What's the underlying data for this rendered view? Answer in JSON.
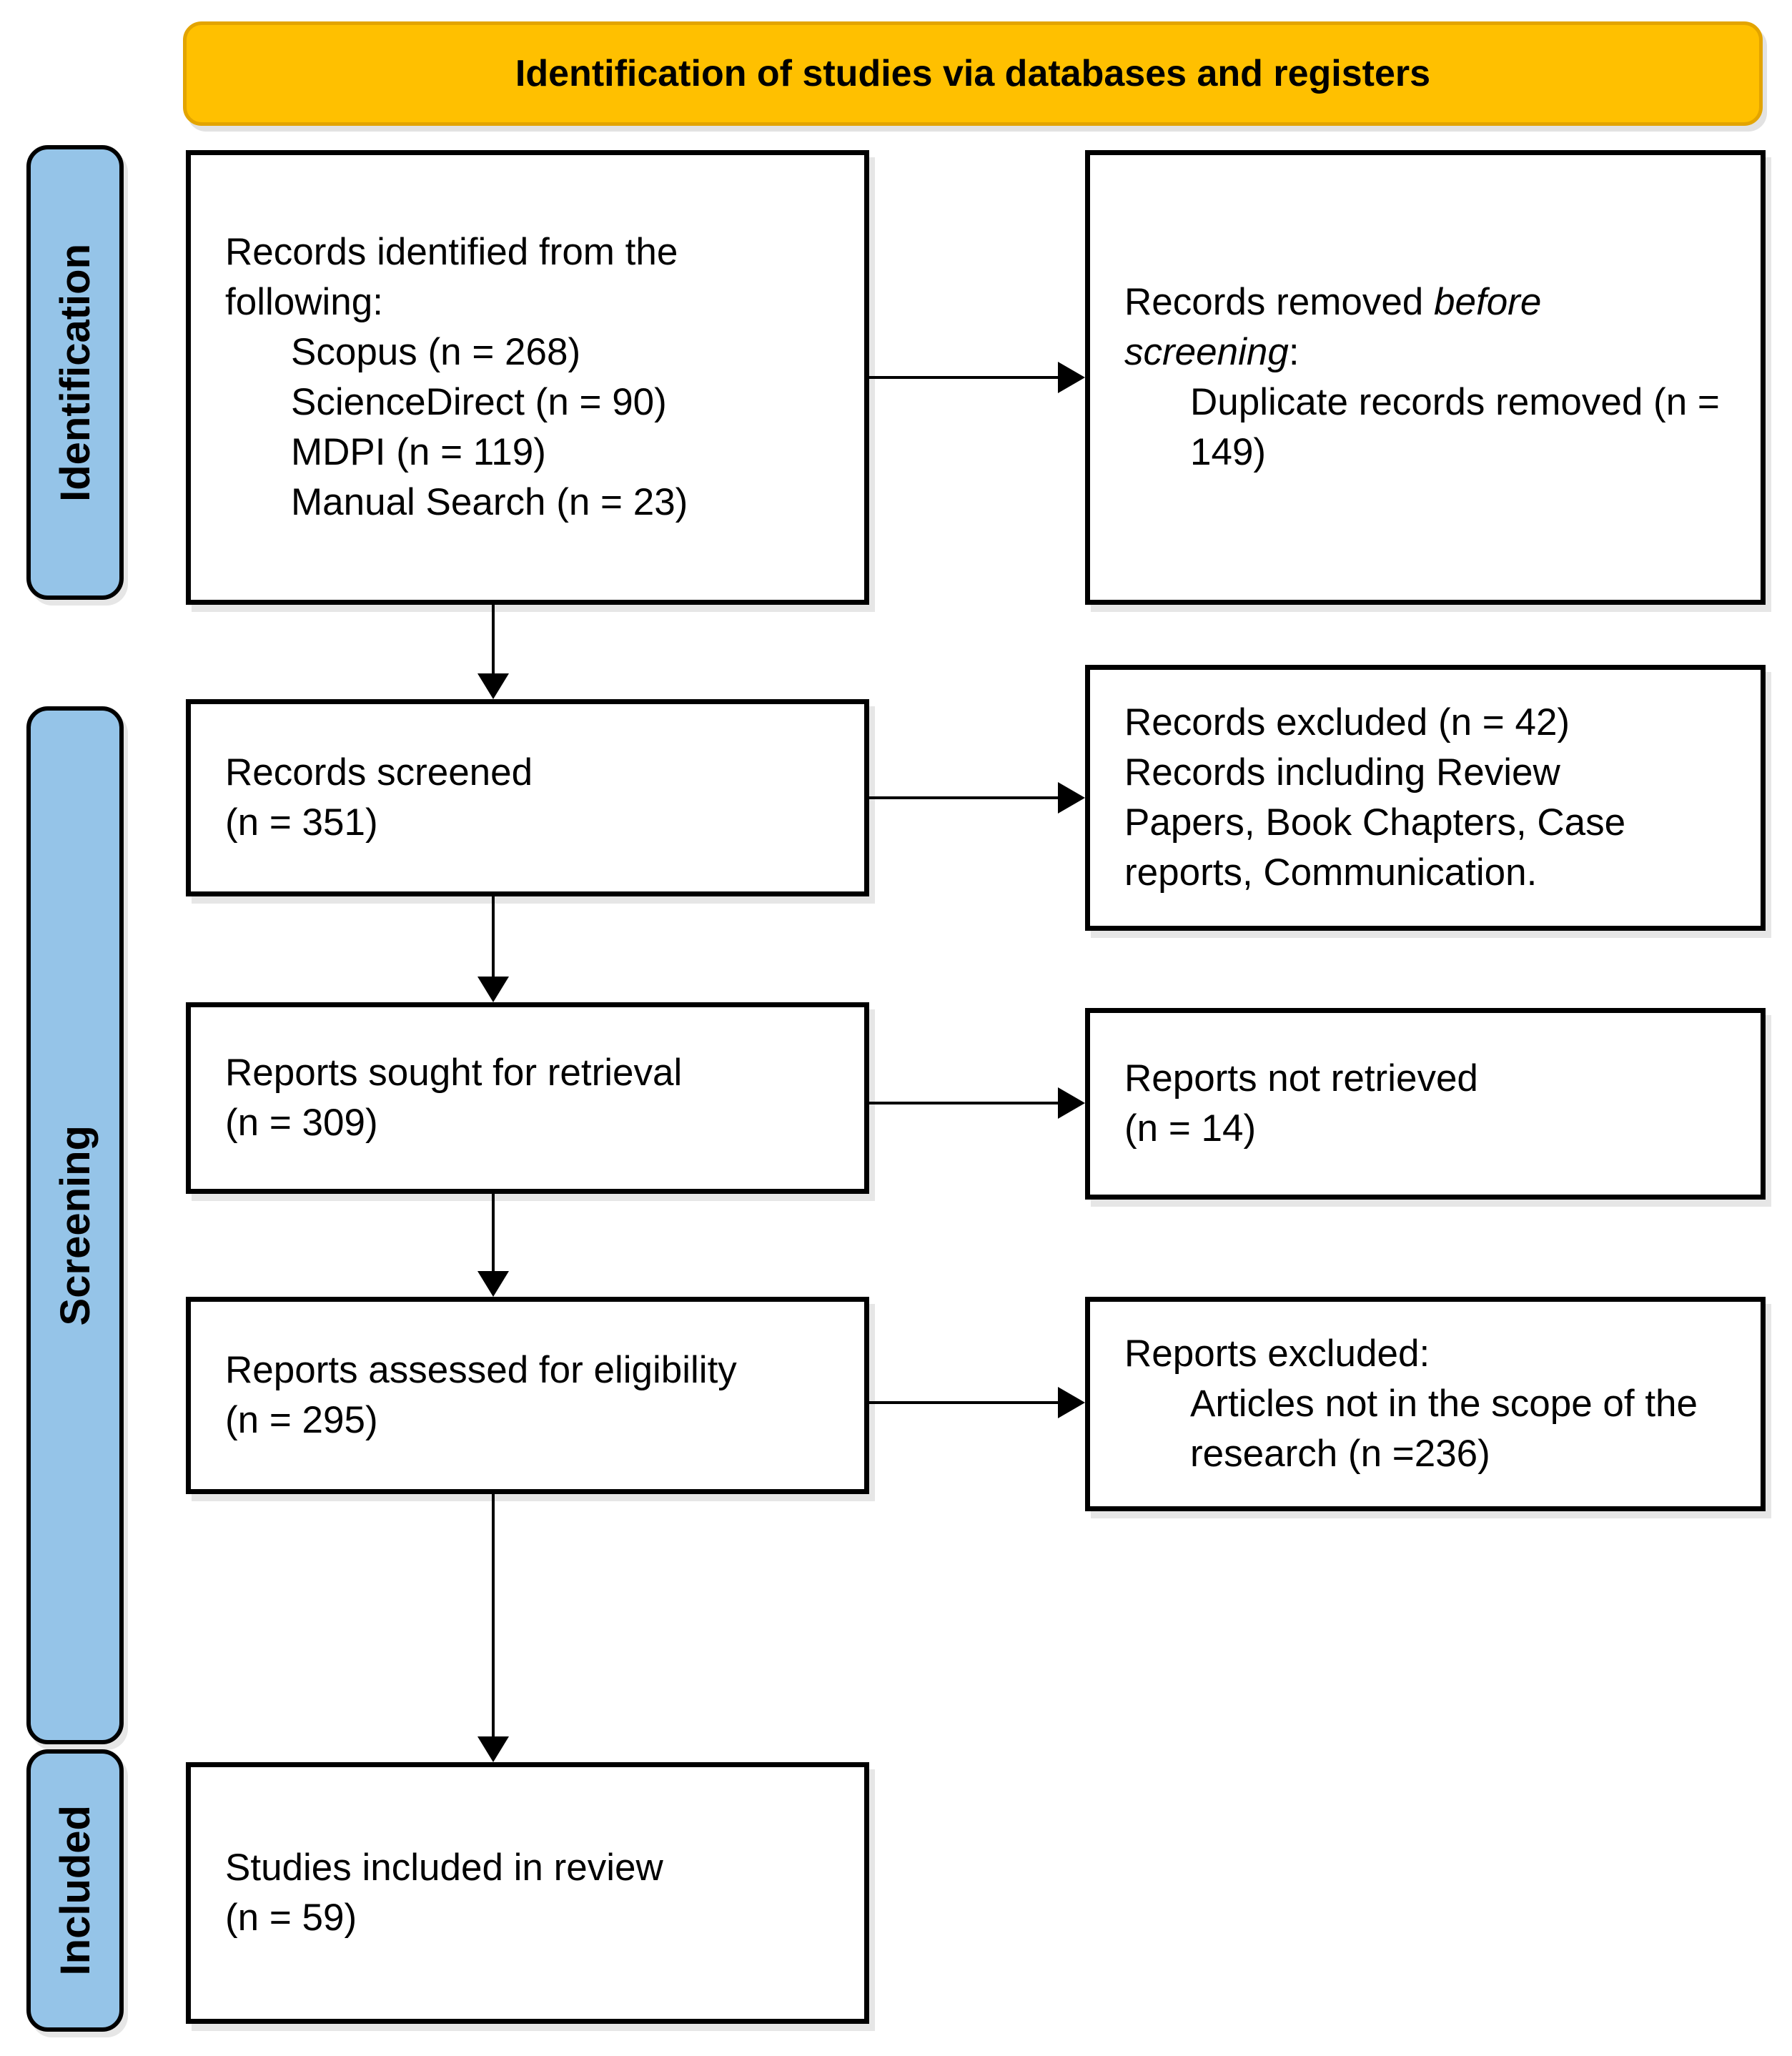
{
  "banner": {
    "title": "Identification of studies via databases and registers"
  },
  "sidebar": {
    "identification": "Identification",
    "screening": "Screening",
    "included": "Included"
  },
  "boxes": {
    "identified": {
      "intro": "Records identified from the following:",
      "items": [
        "Scopus (n = 268)",
        "ScienceDirect (n = 90)",
        "MDPI (n = 119)",
        "Manual Search (n = 23)"
      ]
    },
    "removed": {
      "prefix": "Records removed ",
      "italic": "before screening",
      "suffix": ":",
      "item": "Duplicate records removed (n = 149)"
    },
    "screened": {
      "title": "Records screened",
      "count": "(n = 351)"
    },
    "records_excluded": {
      "lines": [
        "Records excluded (n = 42)",
        "Records including Review",
        "Papers, Book Chapters, Case",
        "reports, Communication."
      ]
    },
    "sought": {
      "title": "Reports sought for retrieval",
      "count": "(n = 309)"
    },
    "not_retrieved": {
      "title": "Reports not retrieved",
      "count": "(n = 14)"
    },
    "assessed": {
      "title": "Reports assessed for eligibility",
      "count": "(n = 295)"
    },
    "reports_excluded": {
      "title": "Reports excluded:",
      "item": "Articles not in the scope of the research (n =236)"
    },
    "included": {
      "title": "Studies included in review",
      "count": "(n = 59)"
    }
  },
  "colors": {
    "banner_fill": "#FFC000",
    "banner_border": "#E3A400",
    "stage_fill": "#95C4E8",
    "box_border": "#000000",
    "background": "#FFFFFF"
  }
}
